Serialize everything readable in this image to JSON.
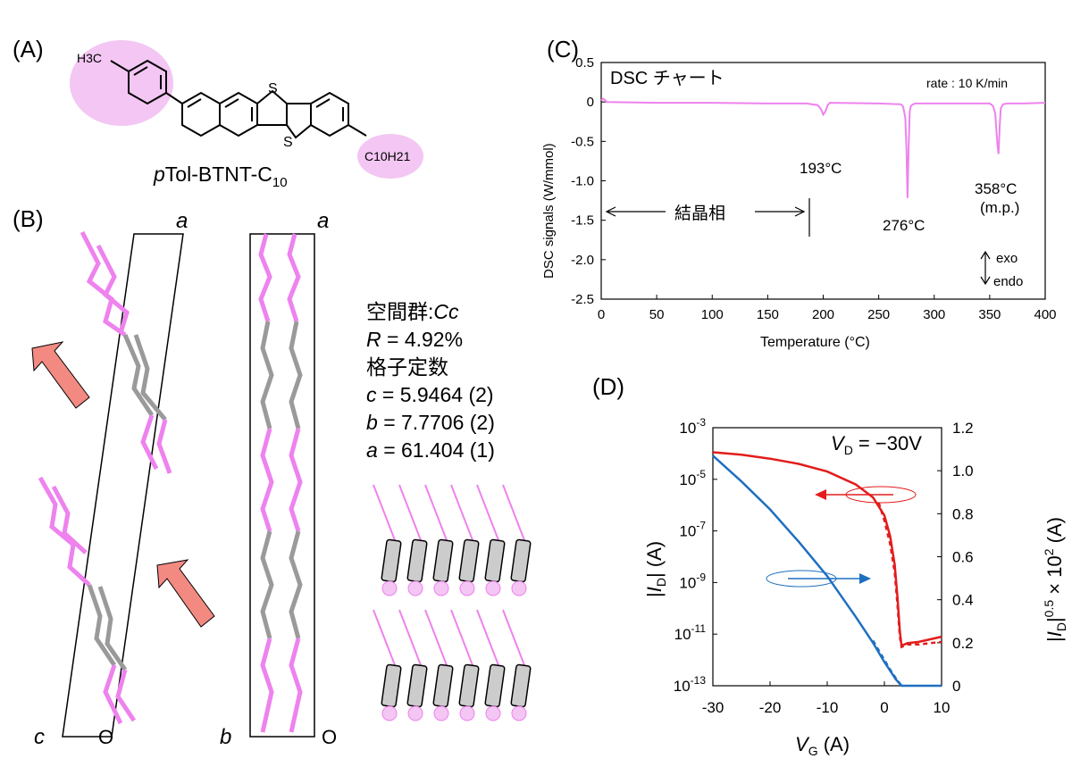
{
  "colors": {
    "pink": "#ee82ee",
    "pink_fill": "#f3c6f3",
    "red": "#e31c1c",
    "blue": "#1f6fc0",
    "gray": "#9a9a9a",
    "salmon": "#f28a82"
  },
  "panels": {
    "a": "(A)",
    "b": "(B)",
    "c": "(C)",
    "d": "(D)"
  },
  "molecule": {
    "name": "pTol-BTNT-C10",
    "name_prefix": "p",
    "name_main": "Tol-BTNT-C",
    "name_sub": "10",
    "ch3": "H3C",
    "alkyl": "C10H21",
    "s": "S"
  },
  "crystal": {
    "axis_a": "a",
    "axis_b": "b",
    "axis_c": "c",
    "origin": "O",
    "space_group_label": "空間群",
    "space_group_value": "Cc",
    "r_label": "R",
    "r_value": "= 4.92%",
    "lattice_label": "格子定数",
    "lattice": [
      {
        "axis": "c",
        "value": "= 5.9464 (2)"
      },
      {
        "axis": "b",
        "value": "= 7.7706 (2)"
      },
      {
        "axis": "a",
        "value": "= 61.404 (1)"
      }
    ]
  },
  "chart_data": [
    {
      "type": "line",
      "panel": "(C)",
      "title": "DSC チャート",
      "rate": "rate : 10 K/min",
      "xlabel": "Temperature (°C)",
      "ylabel": "DSC signals (W/mmol)",
      "xlim": [
        0,
        400
      ],
      "ylim": [
        -2.5,
        0.5
      ],
      "xticks": [
        0,
        50,
        100,
        150,
        200,
        250,
        300,
        350,
        400
      ],
      "yticks": [
        0.5,
        0,
        -0.5,
        -1.0,
        -1.5,
        -2.0,
        -2.5
      ],
      "ytick_labels": [
        "0.5",
        "0",
        "-0.5",
        "-1.0",
        "-1.5",
        "-2.0",
        "-2.5"
      ],
      "series": [
        {
          "color": "#ee82ee",
          "x": [
            0,
            2,
            5,
            50,
            100,
            150,
            185,
            195,
            198,
            200,
            202,
            204,
            206,
            250,
            270,
            272,
            274,
            275,
            276,
            277,
            278,
            279,
            281,
            283,
            300,
            350,
            353,
            355,
            356,
            357,
            358,
            359,
            360,
            362,
            366,
            380,
            400
          ],
          "y": [
            0.02,
            0.04,
            0.0,
            -0.01,
            -0.01,
            -0.02,
            -0.02,
            -0.04,
            -0.09,
            -0.16,
            -0.12,
            -0.04,
            -0.01,
            -0.02,
            -0.03,
            -0.06,
            -0.2,
            -0.6,
            -1.22,
            -0.55,
            -0.12,
            -0.05,
            -0.03,
            -0.02,
            -0.02,
            -0.02,
            -0.05,
            -0.15,
            -0.35,
            -0.55,
            -0.66,
            -0.3,
            -0.08,
            -0.03,
            -0.02,
            -0.02,
            -0.01
          ]
        }
      ],
      "annotations": [
        {
          "text": "193°C",
          "x": 193,
          "y": -0.27
        },
        {
          "text": "276°C",
          "x": 276,
          "y": -1.4
        },
        {
          "text": "358°C",
          "x": 358,
          "y": -0.46
        },
        {
          "text": "(m.p.)",
          "x": 358,
          "y": -0.6
        }
      ],
      "phase_label": "結晶相",
      "exo": "exo",
      "endo": "endo"
    },
    {
      "type": "line",
      "panel": "(D)",
      "title": "VD = −30V",
      "xlabel": "VG (A)",
      "ylabel_left": "|ID| (A)",
      "ylabel_right": "|ID|0.5 × 102 (A)",
      "xlim": [
        -30,
        10
      ],
      "xticks": [
        -30,
        -20,
        -10,
        0,
        10
      ],
      "ylim_left_log10": [
        -13,
        -3
      ],
      "yticks_left": [
        "10-3",
        "10-5",
        "10-7",
        "10-9",
        "10-11",
        "10-13"
      ],
      "ylim_right": [
        0,
        1.2
      ],
      "yticks_right": [
        "1.2",
        "1.0",
        "0.8",
        "0.6",
        "0.4",
        "0.2",
        "0"
      ],
      "series": [
        {
          "color": "#e31c1c",
          "axis": "left",
          "style": "solid",
          "x": [
            -30,
            -25,
            -20,
            -15,
            -10,
            -5,
            -2,
            0,
            1,
            1.8,
            2.3,
            2.7,
            3.0,
            4,
            6,
            8,
            10
          ],
          "log10_y": [
            -3.95,
            -4.05,
            -4.2,
            -4.4,
            -4.7,
            -5.2,
            -5.7,
            -6.4,
            -7.2,
            -8.3,
            -9.6,
            -10.9,
            -11.45,
            -11.35,
            -11.3,
            -11.2,
            -11.1
          ]
        },
        {
          "color": "#e31c1c",
          "axis": "left",
          "style": "dashed",
          "x": [
            -1,
            0,
            1,
            1.8,
            2.3,
            2.7,
            3.0,
            4,
            6,
            8,
            10
          ],
          "log10_y": [
            -5.9,
            -6.6,
            -7.5,
            -8.6,
            -9.9,
            -11.1,
            -11.5,
            -11.4,
            -11.4,
            -11.35,
            -11.3
          ]
        },
        {
          "color": "#1f6fc0",
          "axis": "right",
          "style": "solid",
          "x": [
            -30,
            -25,
            -20,
            -15,
            -10,
            -5,
            -2,
            0,
            1,
            2,
            3,
            5,
            10
          ],
          "y": [
            1.07,
            0.95,
            0.82,
            0.67,
            0.51,
            0.32,
            0.2,
            0.11,
            0.07,
            0.03,
            0.0,
            0.0,
            0.0
          ]
        },
        {
          "color": "#1f6fc0",
          "axis": "right",
          "style": "dashed",
          "x": [
            -2,
            0,
            1,
            2,
            3
          ],
          "y": [
            0.21,
            0.12,
            0.075,
            0.035,
            0.0
          ]
        }
      ]
    }
  ]
}
